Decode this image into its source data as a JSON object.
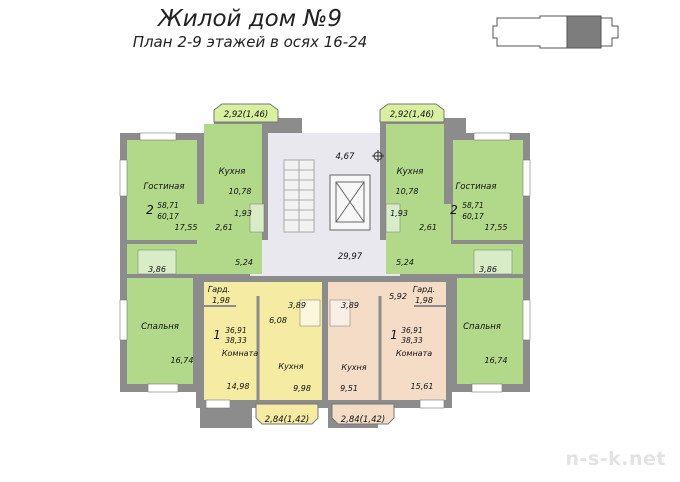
{
  "header": {
    "title": "Жилой дом №9",
    "subtitle": "План 2-9 этажей в осях 16-24"
  },
  "colors": {
    "green": "#b2d98a",
    "yellow": "#f6eba3",
    "peach": "#f4dcc7",
    "corridor": "#e8e8ee",
    "wall": "#8c8c8c",
    "bay": "#d8f0a0"
  },
  "plan": {
    "left_bay_top": "2,92(1,46)",
    "right_bay_top": "2,92(1,46)",
    "left_bay_bottom": "2,84(1,42)",
    "right_bay_bottom": "2,84(1,42)",
    "core_area": "4,67",
    "corridor_area": "29,97",
    "tl": {
      "kitchen": "Кухня",
      "kitchen_area": "10,78",
      "bath": "1,93",
      "living": "Гостиная",
      "rooms": "2",
      "total": "58,71",
      "total_b": "60,17",
      "living_area": "17,55",
      "hall": "2,61",
      "hall2": "5,24",
      "closet": "3,86",
      "bedroom": "Спальня",
      "bedroom_area": "16,74"
    },
    "tr": {
      "kitchen": "Кухня",
      "kitchen_area": "10,78",
      "bath": "1,93",
      "living": "Гостиная",
      "rooms": "2",
      "total": "58,71",
      "total_b": "60,17",
      "living_area": "17,55",
      "hall": "2,61",
      "hall2": "5,24",
      "closet": "3,86",
      "bedroom": "Спальня",
      "bedroom_area": "16,74"
    },
    "bl": {
      "gard": "Гард.",
      "gard_area": "1,98",
      "bath": "3,89",
      "hall": "6,08",
      "rooms": "1",
      "total": "36,91",
      "total_b": "38,33",
      "room": "Комната",
      "room_area": "14,98",
      "kitchen": "Кухня",
      "kitchen_area": "9,98"
    },
    "br": {
      "gard": "Гард.",
      "gard_area": "1,98",
      "bath": "3,89",
      "hall": "5,92",
      "rooms": "1",
      "total": "36,91",
      "total_b": "38,33",
      "room": "Комната",
      "room_area": "15,61",
      "kitchen": "Кухня",
      "kitchen_area": "9,51"
    }
  },
  "watermark": "n-s-k.net"
}
